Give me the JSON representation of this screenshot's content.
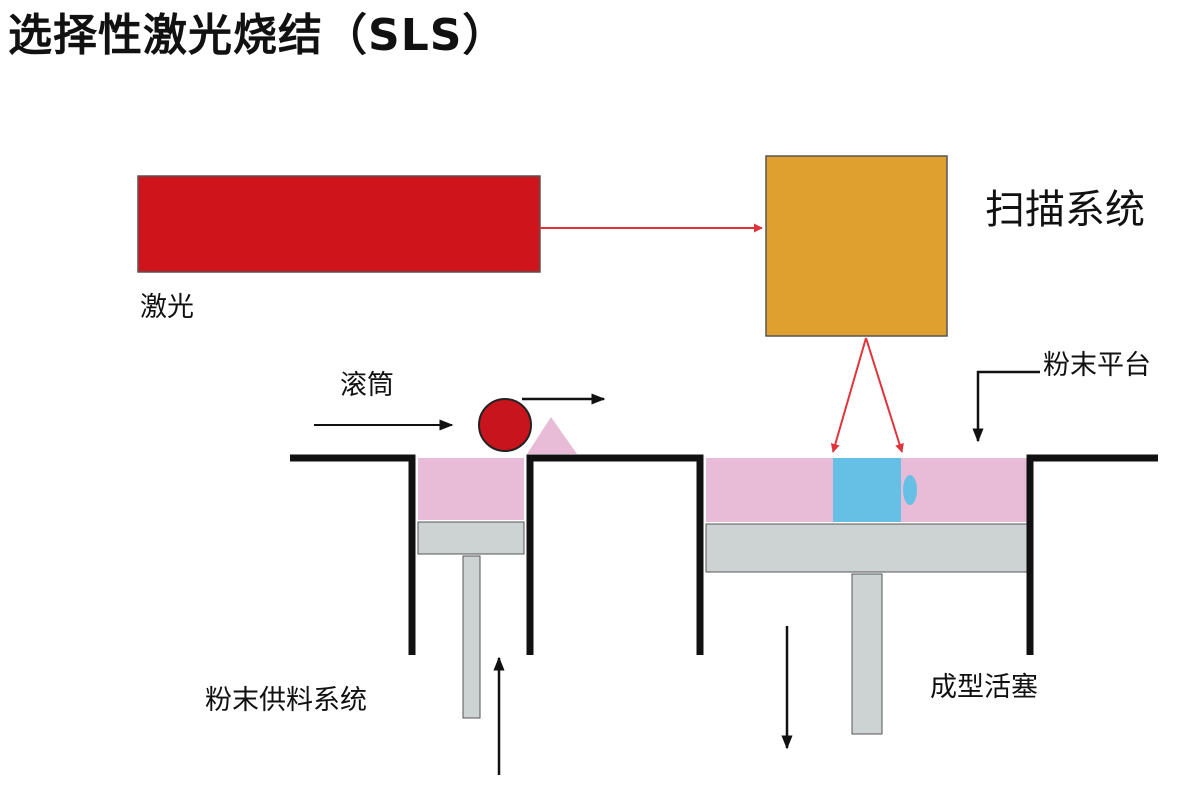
{
  "title": "选择性激光烧结（SLS）",
  "labels": {
    "scan_system": "扫描系统",
    "laser": "激光",
    "roller": "滚筒",
    "powder_platform": "粉末平台",
    "powder_feed_system": "粉末供料系统",
    "build_piston": "成型活塞"
  },
  "colors": {
    "laser": "#d0141c",
    "scanner": "#e0a030",
    "powder": "#e8bcd6",
    "part": "#66c0e6",
    "piston": "#cdd3d2",
    "arrow_red": "#e0343c",
    "structure": "#111111"
  }
}
